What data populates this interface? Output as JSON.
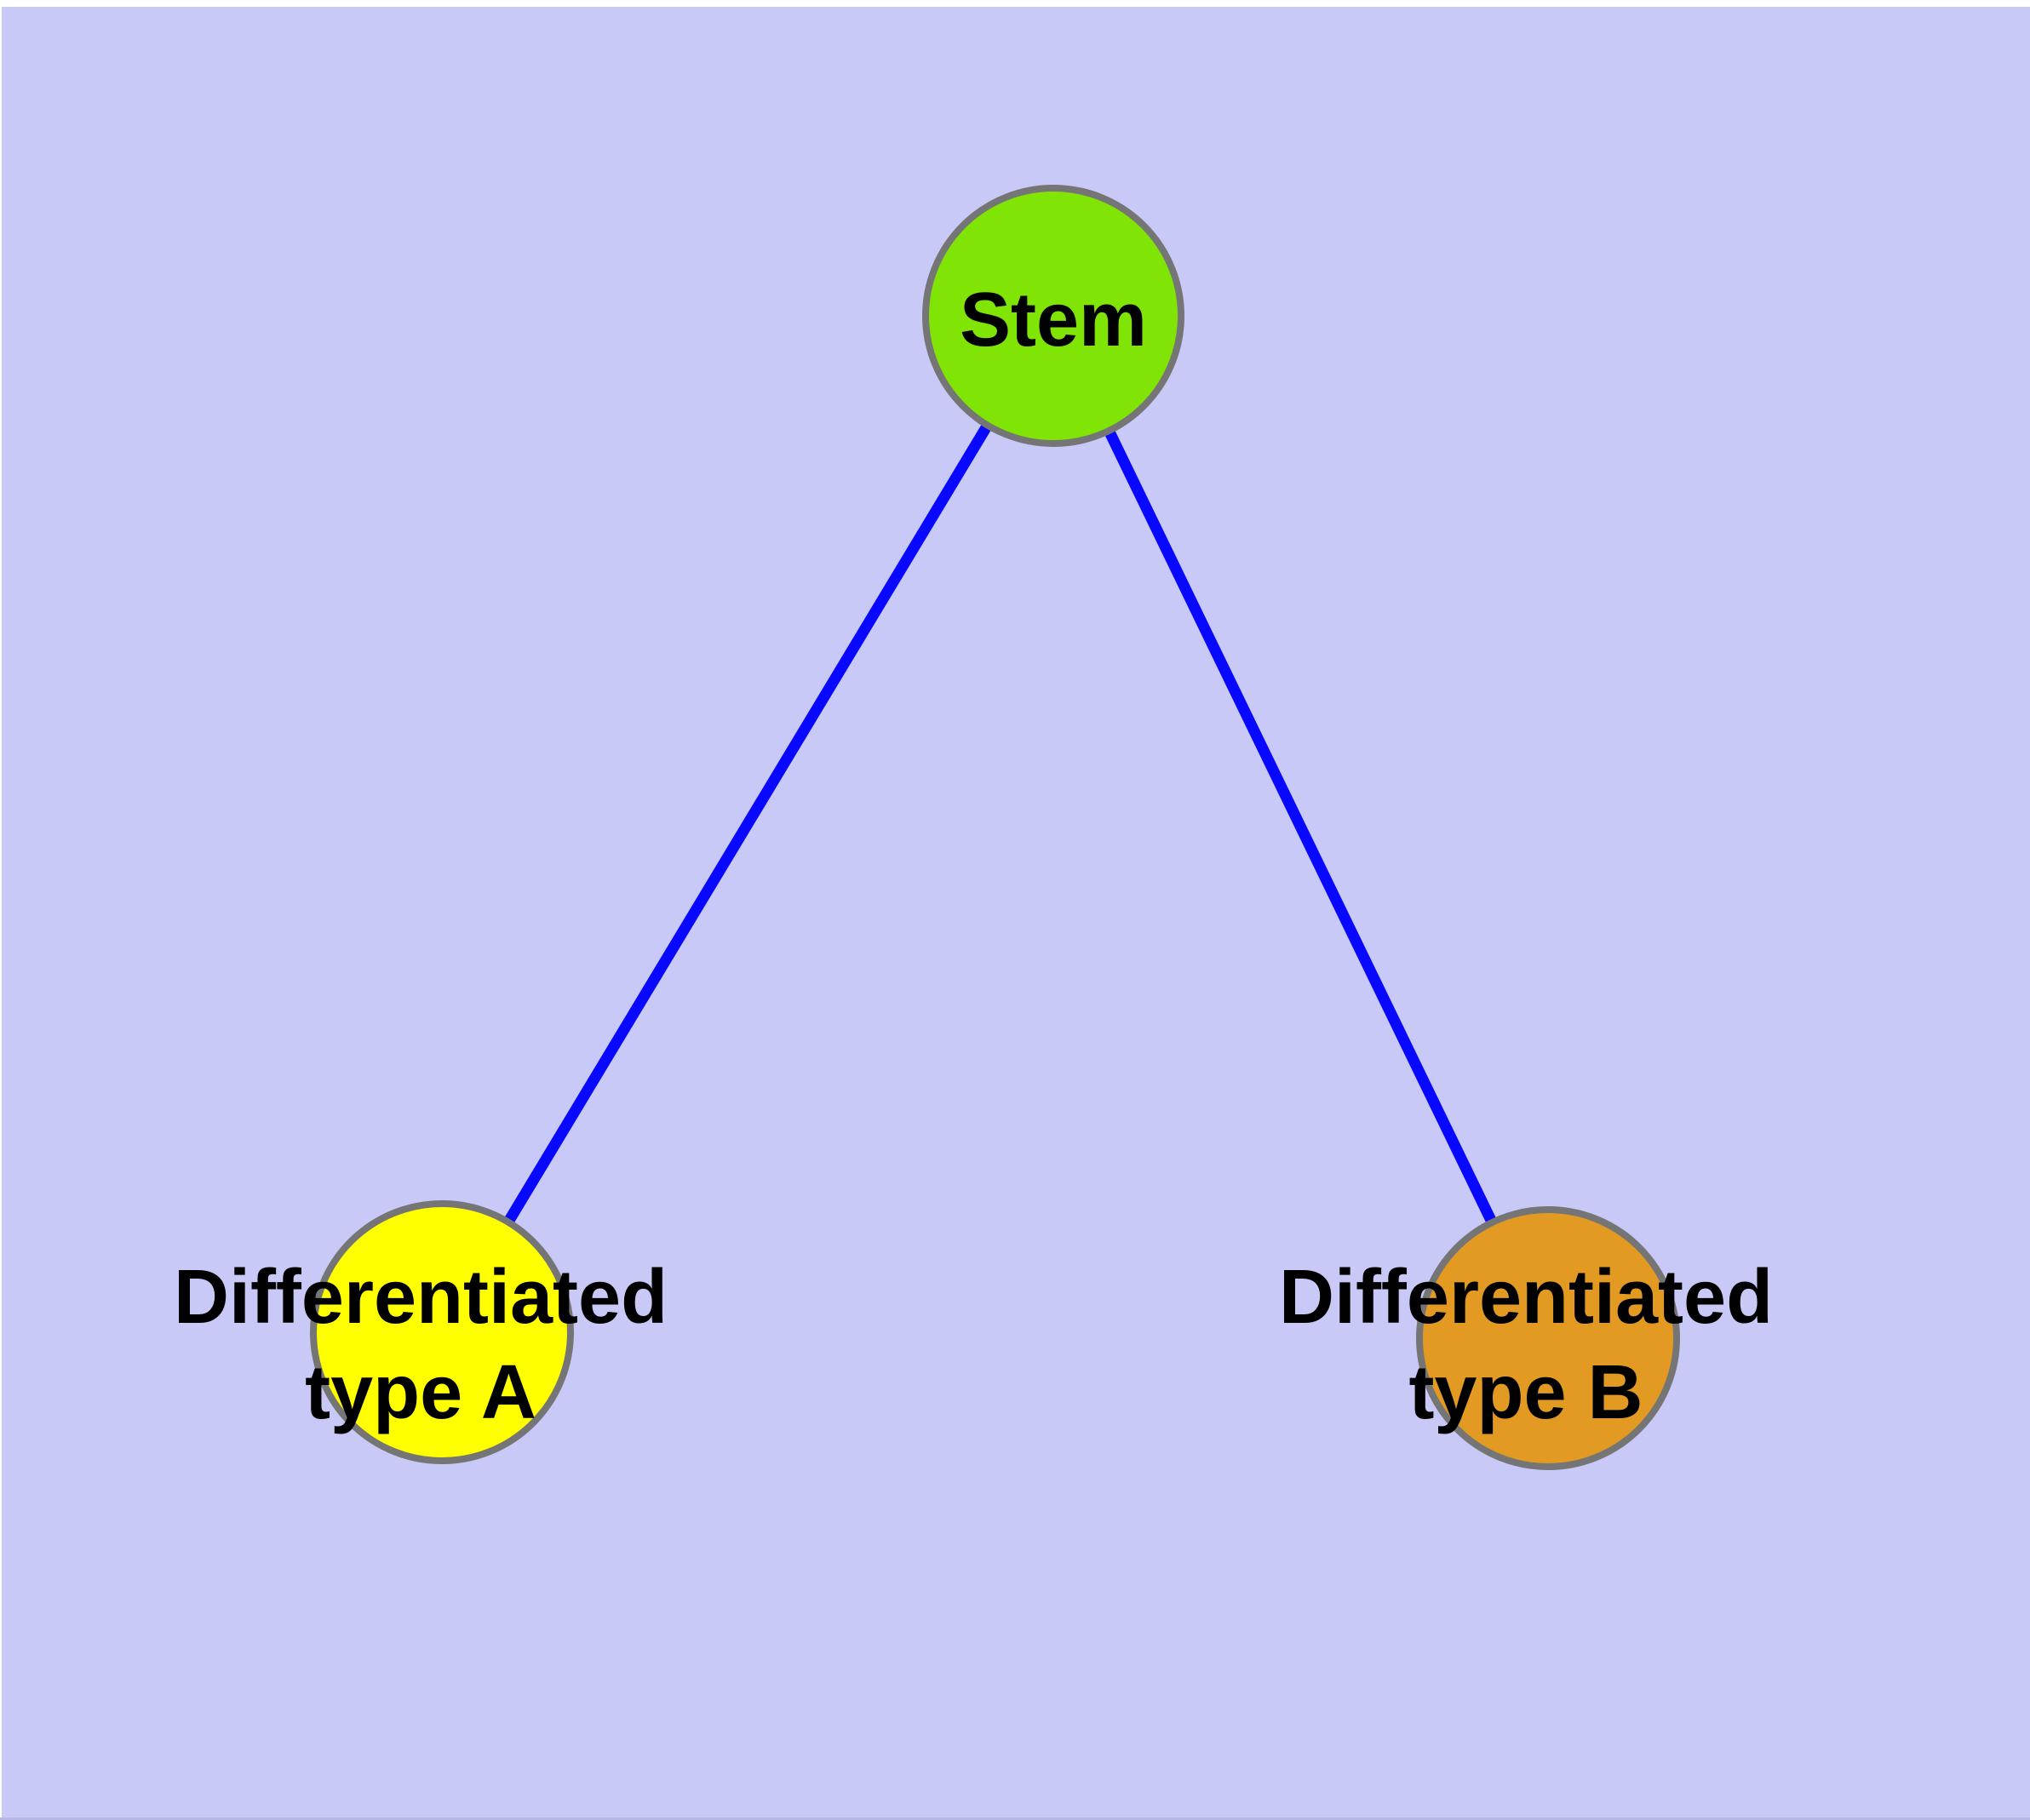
{
  "diagram": {
    "background_color": "#C9C9F7",
    "edge_color": "#0808FF",
    "node_border_color": "#757575",
    "text_color": "#000000",
    "nodes": [
      {
        "id": "stem",
        "label": "Stem",
        "fill": "#80E505"
      },
      {
        "id": "type-a",
        "label": "Differentiated\ntype A",
        "fill": "#FFFF00"
      },
      {
        "id": "type-b",
        "label": "Differentiated\ntype B",
        "fill": "#E29A22"
      }
    ],
    "edges": [
      {
        "from": "stem",
        "to": "type-a"
      },
      {
        "from": "stem",
        "to": "type-b"
      }
    ]
  }
}
